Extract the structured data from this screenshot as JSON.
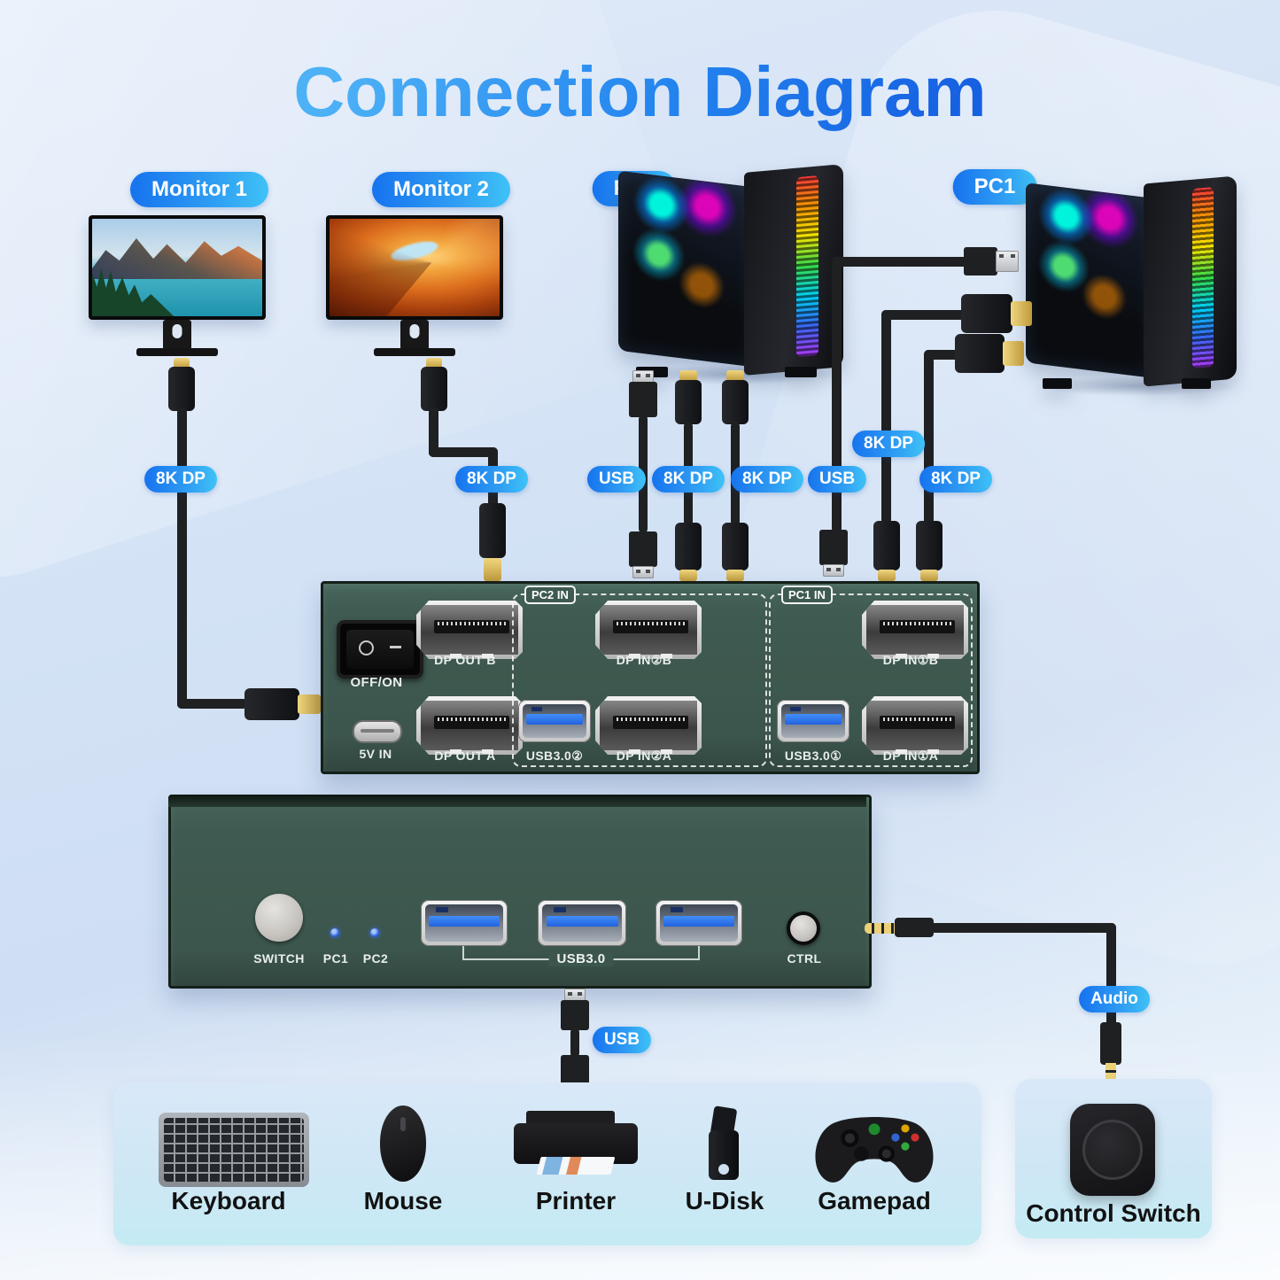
{
  "title": "Connection Diagram",
  "colors": {
    "accent_blue": "#1673EE",
    "accent_blue_light": "#3FC2F6",
    "device_green": "#3C564D",
    "usb_blue": "#2E7BF2",
    "background": "#D3E2F5"
  },
  "pills": {
    "monitor1": "Monitor 1",
    "monitor2": "Monitor 2",
    "pc2": "PC2",
    "pc1": "PC1",
    "monitor1_cable": "8K DP",
    "monitor2_cable": "8K DP",
    "pc2_usb": "USB",
    "pc2_dp1": "8K DP",
    "pc2_dp2": "8K DP",
    "pc1_usb": "USB",
    "pc1_dp_top": "8K DP",
    "pc1_dp_bottom": "8K DP",
    "kvm_usb": "USB",
    "audio": "Audio"
  },
  "rear_panel": {
    "power_switch": "OFF/ON",
    "power_in": "5V IN",
    "dp_out_b": "DP OUT B",
    "dp_out_a": "DP OUT A",
    "pc2_group": "PC2 IN",
    "pc1_group": "PC1 IN",
    "dp_in_2b": "DP IN②B",
    "dp_in_2a": "DP IN②A",
    "dp_in_1b": "DP IN①B",
    "dp_in_1a": "DP IN①A",
    "usb3_2": "USB3.0②",
    "usb3_1": "USB3.0①"
  },
  "front_panel": {
    "switch_button": "SWITCH",
    "led_pc1": "PC1",
    "led_pc2": "PC2",
    "usb3": "USB3.0",
    "ctrl_button": "CTRL"
  },
  "peripherals": {
    "keyboard": "Keyboard",
    "mouse": "Mouse",
    "printer": "Printer",
    "udisk": "U-Disk",
    "gamepad": "Gamepad",
    "control_switch": "Control Switch"
  }
}
